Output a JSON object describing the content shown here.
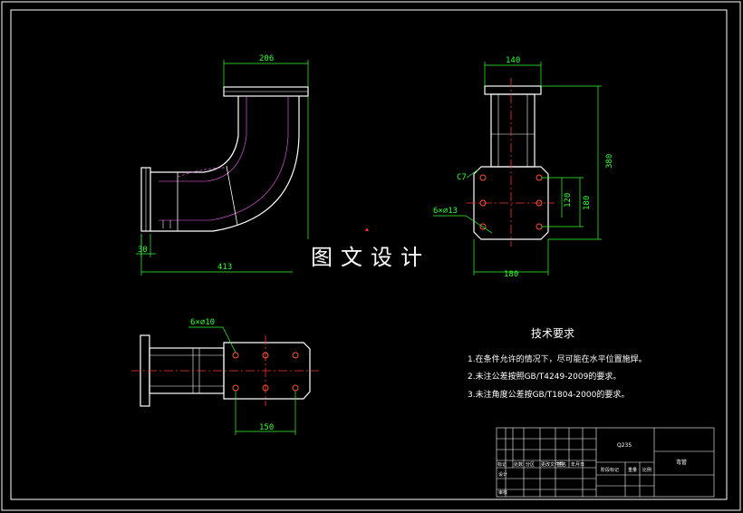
{
  "dims": {
    "top_width": "206",
    "side_width": "140",
    "height_380": "380",
    "h_120": "120",
    "h_180_right": "180",
    "chamfer": "C7",
    "holes_side": "6×⌀13",
    "bottom_180": "180",
    "flange_30": "30",
    "length_413": "413",
    "holes_bottom": "6×⌀10",
    "dist_150": "150"
  },
  "watermark": "图文设计",
  "requirements": {
    "title": "技术要求",
    "items": [
      "1.在条件允许的情况下，尽可能在水平位置施焊。",
      "2.未注公差按照GB/T4249-2009的要求。",
      "3.未注角度公差按GB/T1804-2000的要求。"
    ]
  },
  "title_block": {
    "material": "Q235",
    "drawing_name": "弯管",
    "labels": [
      "标记",
      "处数",
      "分区",
      "更改文件号",
      "签名",
      "年月日"
    ],
    "stage_label": "阶段标记",
    "weight_label": "重量",
    "scale_label": "比例",
    "designer_label": "设计",
    "audit_label": "审核"
  },
  "colors": {
    "outline": "#ffffff",
    "dimension": "#33ff33",
    "center": "#ff3333",
    "hole": "#ff5533",
    "pipe_edge": "#ff66ff"
  }
}
